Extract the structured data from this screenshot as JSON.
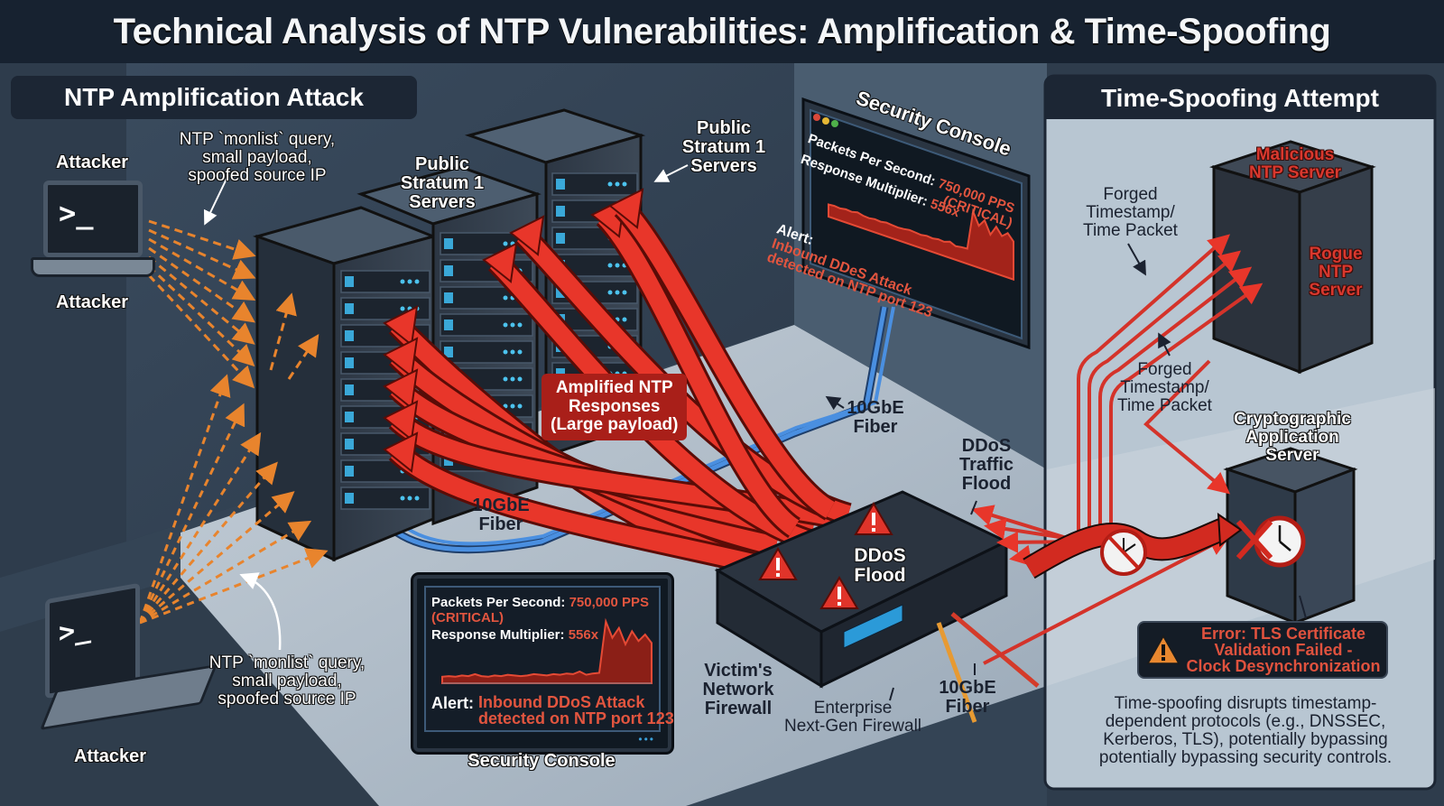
{
  "title": "Technical Analysis of NTP Vulnerabilities: Amplification & Time-Spoofing",
  "colors": {
    "background_dark": "#1a2533",
    "title_bar": "#172230",
    "attack_red": "#e8362a",
    "query_orange": "#e8842d",
    "fiber_blue": "#3f7fd0",
    "right_panel_bg": "#b9c7d3",
    "alert_text_red": "#e2553f",
    "warning_orange": "#e8872f"
  },
  "left_panel": {
    "heading": "NTP Amplification Attack",
    "attacker_top": {
      "label_above": "Attacker",
      "label_below": "Attacker",
      "screen_prompt": ">_"
    },
    "attacker_bottom": {
      "label": "Attacker",
      "screen_prompt": ">_"
    },
    "query_note_top": [
      "NTP `monlist` query,",
      "small payload,",
      "spoofed source IP"
    ],
    "query_note_bottom": [
      "NTP `monlist` query,",
      "small payload,",
      "spoofed source IP"
    ],
    "server_label_1": [
      "Public",
      "Stratum 1",
      "Servers"
    ],
    "server_label_2": [
      "Public",
      "Stratum 1",
      "Servers"
    ],
    "amplified_label": [
      "Amplified NTP",
      "Responses",
      "(Large payload)"
    ],
    "fiber_label_left": [
      "10GbE",
      "Fiber"
    ],
    "fiber_label_mid": [
      "10GbE",
      "Fiber"
    ],
    "fiber_label_right": [
      "10GbE",
      "Fiber"
    ],
    "firewall": {
      "flood_label": [
        "DDoS",
        "Flood"
      ],
      "traffic_flood_label": [
        "DDoS",
        "Traffic",
        "Flood"
      ],
      "victim_label": [
        "Victim's",
        "Network",
        "Firewall"
      ],
      "model_label": [
        "Enterprise",
        "Next-Gen Firewall"
      ]
    }
  },
  "console_wall": {
    "title": "Security Console",
    "pps_label": "Packets Per Second:",
    "pps_value": "750,000 PPS",
    "pps_status": "(CRITICAL)",
    "multiplier_label": "Response Multiplier:",
    "multiplier_value": "556x",
    "alert_label": "Alert:",
    "alert_text": [
      "Inbound DDeS Attack",
      "detected on NTP port 123"
    ]
  },
  "console_floor": {
    "title": "Security Console",
    "pps_label": "Packets Per Second:",
    "pps_value": "750,000 PPS",
    "pps_status": "(CRITICAL)",
    "multiplier_label": "Response Multiplier:",
    "multiplier_value": "556x",
    "alert_label": "Alert:",
    "alert_text": [
      "Inbound DDoS Attack",
      "detected on NTP port 123"
    ]
  },
  "traffic_graph": {
    "baseline_series": [
      10,
      11,
      10,
      12,
      11,
      14,
      11,
      10,
      12,
      11,
      13,
      12,
      11,
      12,
      14,
      13,
      12,
      14,
      13,
      15,
      14,
      18,
      13,
      15,
      16,
      95,
      70,
      85,
      60,
      80,
      65,
      75,
      62
    ]
  },
  "right_panel": {
    "heading": "Time-Spoofing Attempt",
    "malicious_server_label": [
      "Malicious",
      "NTP Server"
    ],
    "rogue_server_label": [
      "Rogue",
      "NTP",
      "Server"
    ],
    "forged_label_top": [
      "Forged",
      "Timestamp/",
      "Time Packet"
    ],
    "forged_label_bottom": [
      "Forged",
      "Timestamp/",
      "Time Packet"
    ],
    "crypto_server_label": [
      "Cryptographic",
      "Application",
      "Server"
    ],
    "error_message": [
      "Error: TLS Certificate",
      "Validation Failed -",
      "Clock Desynchronization"
    ],
    "description": [
      "Time-spoofing disrupts timestamp-",
      "dependent protocols (e.g., DNSSEC,",
      "Kerberos, TLS), potentially bypassing",
      "potentially bypassing security controls."
    ]
  }
}
